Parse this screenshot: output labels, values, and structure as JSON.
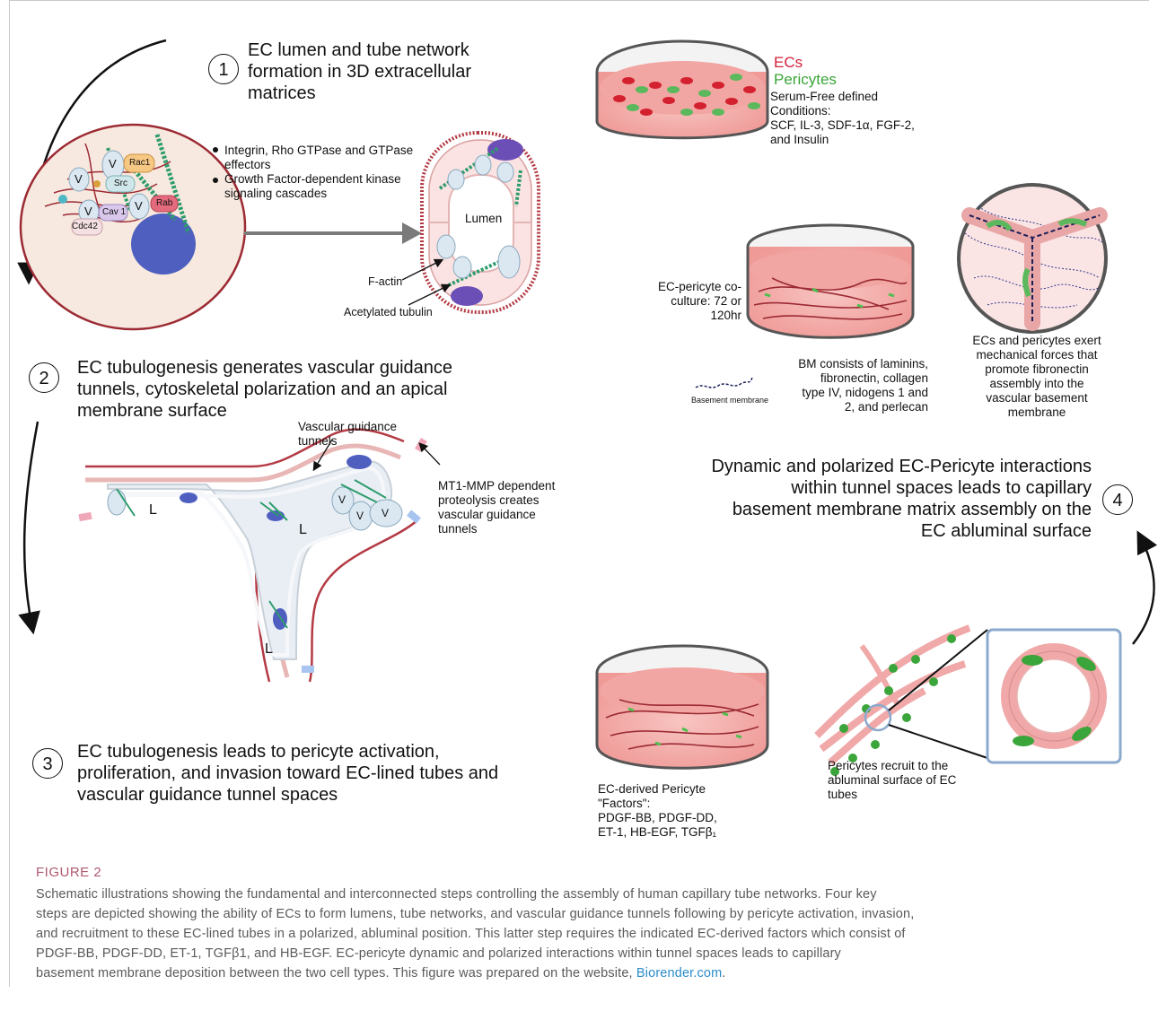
{
  "steps": {
    "s1": {
      "num": "1",
      "title_l1": "EC lumen and tube network",
      "title_l2": "formation in 3D extracellular",
      "title_l3": "matrices"
    },
    "s2": {
      "num": "2",
      "title_l1": "EC tubulogenesis generates vascular guidance",
      "title_l2": "tunnels, cytoskeletal polarization and an apical",
      "title_l3": "membrane surface"
    },
    "s3": {
      "num": "3",
      "title_l1": "EC tubulogenesis leads to pericyte activation,",
      "title_l2": "proliferation, and invasion toward EC-lined tubes and",
      "title_l3": "vascular guidance tunnel spaces"
    },
    "s4": {
      "num": "4",
      "title_l1": "Dynamic and polarized EC-Pericyte interactions",
      "title_l2": "within tunnel spaces leads to capillary",
      "title_l3": "basement membrane matrix assembly on the",
      "title_l4": "EC abluminal surface"
    }
  },
  "panel1": {
    "bullet1_l1": "Integrin, Rho GTPase and GTPase",
    "bullet1_l2": "effectors",
    "bullet2_l1": "Growth Factor-dependent kinase",
    "bullet2_l2": "signaling cascades",
    "proteins": {
      "rac1": "Rac1",
      "src": "Src",
      "rab": "Rab",
      "cav1": "Cav 1",
      "cdc42": "Cdc42",
      "v": "V"
    },
    "lumen": "Lumen",
    "factin": "F-actin",
    "tubulin": "Acetylated tubulin"
  },
  "panel2": {
    "vgt_l1": "Vascular guidance",
    "vgt_l2": "tunnels",
    "mt1_l1": "MT1-MMP dependent",
    "mt1_l2": "proteolysis creates",
    "mt1_l3": "vascular guidance",
    "mt1_l4": "tunnels",
    "lumen_mark": "L"
  },
  "dish1": {
    "ecs": "ECs",
    "pericytes": "Pericytes",
    "l1": "Serum-Free defined",
    "l2": "Conditions:",
    "l3": "SCF, IL-3, SDF-1α, FGF-2,",
    "l4": "and Insulin"
  },
  "dish2": {
    "cc_l1": "EC-pericyte co-",
    "cc_l2": "culture: 72 or",
    "cc_l3": "120hr",
    "bm_label": "Basement membrane",
    "bm_l1": "BM consists of laminins,",
    "bm_l2": "fibronectin, collagen",
    "bm_l3": "type IV, nidogens 1 and",
    "bm_l4": "2, and perlecan",
    "force_l1": "ECs and pericytes exert",
    "force_l2": "mechanical forces that",
    "force_l3": "promote fibronectin",
    "force_l4": "assembly into the",
    "force_l5": "vascular basement",
    "force_l6": "membrane"
  },
  "dish3": {
    "f_l1": "EC-derived Pericyte",
    "f_l2": "\"Factors\":",
    "f_l3": "PDGF-BB, PDGF-DD,",
    "f_l4": "ET-1, HB-EGF, TGFβ₁",
    "r_l1": "Pericytes recruit to the",
    "r_l2": "abluminal surface of EC",
    "r_l3": "tubes"
  },
  "caption": {
    "heading": "FIGURE 2",
    "l1": "Schematic illustrations showing the fundamental and interconnected steps controlling the assembly of human capillary tube networks. Four key",
    "l2": "steps are depicted showing the ability of ECs to form lumens, tube networks, and vascular guidance tunnels following by pericyte activation, invasion,",
    "l3": "and recruitment to these EC-lined tubes in a polarized, abluminal position. This latter step requires the indicated EC-derived factors which consist of",
    "l4": "PDGF-BB, PDGF-DD, ET-1, TGFβ1, and HB-EGF. EC-pericyte dynamic and polarized interactions within tunnel spaces leads to capillary",
    "l5": "basement membrane deposition between the two cell types. This figure was prepared on the website,",
    "link": "Biorender.com",
    "end": "."
  },
  "colors": {
    "ec_red": "#d3213b",
    "pericyte_green": "#3aa53a",
    "nucleus": "#4f5fc0",
    "membrane": "#9c2a33",
    "caption_head": "#b05a6f",
    "link": "#2a8cc8"
  }
}
